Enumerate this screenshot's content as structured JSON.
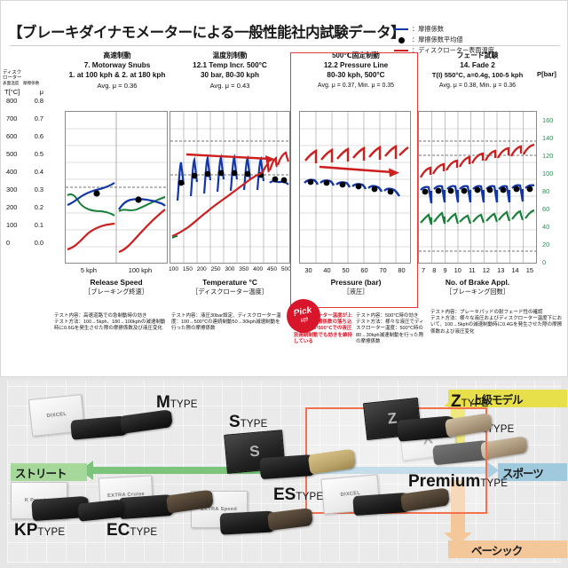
{
  "header": {
    "title": "【ブレーキダイナモメーターによる一般性能社内試験データ】",
    "legend": [
      {
        "mark": "blue-line",
        "label": "：摩擦係数"
      },
      {
        "mark": "black-dot",
        "label": "：摩擦係数平均値"
      },
      {
        "mark": "red-line",
        "label": "：ディスクローター表面温度"
      }
    ]
  },
  "yaxis": {
    "caption_line1": "ディスク",
    "caption_line2": "ローター",
    "caption_line3": "表面温度　摩擦係数",
    "unit_temp": "T[°C]",
    "unit_mu": "μ",
    "ticks": [
      {
        "t": "800",
        "mu": "0.8"
      },
      {
        "t": "700",
        "mu": "0.7"
      },
      {
        "t": "600",
        "mu": "0.6"
      },
      {
        "t": "500",
        "mu": "0.5"
      },
      {
        "t": "400",
        "mu": "0.4"
      },
      {
        "t": "300",
        "mu": "0.3"
      },
      {
        "t": "200",
        "mu": "0.2"
      },
      {
        "t": "100",
        "mu": "0.1"
      },
      {
        "t": "0",
        "mu": "0.0"
      }
    ]
  },
  "paxis": {
    "title": "P[bar]",
    "ticks": [
      "160",
      "140",
      "120",
      "100",
      "80",
      "60",
      "40",
      "20",
      "0"
    ]
  },
  "charts": [
    {
      "jp": "高速制動",
      "en1": "7. Motorway Snubs",
      "en2": "1. at 100 kph & 2. at 180 kph",
      "avg": "Avg. μ = 0.36",
      "xticks": [
        "5 kph",
        "100 kph"
      ],
      "xtitle": "Release Speed",
      "xsub": "［ブレーキング終速］"
    },
    {
      "jp": "温度別制動",
      "en1": "12.1 Temp Incr. 500°C",
      "en2": "30 bar, 80-30 kph",
      "avg": "Avg. μ = 0.43",
      "xticks": [
        "100",
        "150",
        "200",
        "250",
        "300",
        "350",
        "400",
        "450",
        "500"
      ],
      "xtitle": "Temperature °C",
      "xsub": "［ディスクローター温度］"
    },
    {
      "jp": "500℃固定制動",
      "en1": "12.2 Pressure Line",
      "en2": "80-30 kph, 500°C",
      "avg": "Avg. μ = 0.37, Min. μ = 0.35",
      "xticks": [
        "30",
        "40",
        "50",
        "60",
        "70",
        "80"
      ],
      "xtitle": "Pressure (bar)",
      "xsub": "［液圧］"
    },
    {
      "jp": "フェード試験",
      "en1": "14. Fade 2",
      "en2": "T(I) 550°C, a=0.4g, 100-5 kph",
      "avg": "Avg. μ = 0.38, Min. μ = 0.36",
      "xticks": [
        "7",
        "8",
        "9",
        "10",
        "11",
        "12",
        "13",
        "14",
        "15"
      ],
      "xtitle": "No. of Brake Appl.",
      "xsub": "［ブレーキング回数］"
    }
  ],
  "descriptions": [
    "テスト内容：高速道路での急制動時の効き\nテスト方法：100→5kph、180→100kphの減速制動時に0.6Gを発生させた際の摩擦係数及び液圧変化",
    "テスト内容：液圧30bar設定、ディスクローター温度：100→500℃の連続制動50→30kph減速制動を行った際の摩擦係数",
    "ディスクローター温度が上昇しても摩擦係数の落ち込みが少ない500℃での液圧別連続制動でも効きを維持している",
    "テスト内容：500℃時の効き\nテスト方法：様々な液圧でディスクローター温度：500℃時の80→30kph減速制動を行った際の摩擦係数",
    "テスト内容：ブレーキパッドの耐フェード性の確認\nテスト方法：様々な液圧およびディスクローター温度下において、100→5kphの減速制動時に0.4Gを発生させた際の摩擦係数および液圧変化"
  ],
  "pickup": {
    "line1": "Pick",
    "line2": "up"
  },
  "lineup": {
    "tags": {
      "street": "ストリート",
      "sports": "スポーツ",
      "top": "上級モデル",
      "basic": "ベーシック"
    },
    "pads": [
      {
        "big": "M",
        "sm": "TYPE",
        "box": "DIXCEL"
      },
      {
        "big": "X",
        "sm": "TYPE",
        "box": "X"
      },
      {
        "big": "S",
        "sm": "TYPE",
        "box": "S"
      },
      {
        "big": "Z",
        "sm": "TYPE",
        "box": "Z"
      },
      {
        "big": "Premium",
        "sm": "TYPE",
        "box": "DIXCEL"
      },
      {
        "big": "ES",
        "sm": "TYPE",
        "box": "EXTRA Speed"
      },
      {
        "big": "EC",
        "sm": "TYPE",
        "box": "EXTRA Cruise"
      },
      {
        "big": "KP",
        "sm": "TYPE",
        "box": "K Premium"
      }
    ]
  },
  "colors": {
    "mu_blue": "#1437a8",
    "mu_green": "#18803a",
    "temp_red": "#cc1f1f",
    "highlight_red": "#e23b3b",
    "pickup_red": "#d8152a",
    "pbar_green": "#2e8b57"
  }
}
